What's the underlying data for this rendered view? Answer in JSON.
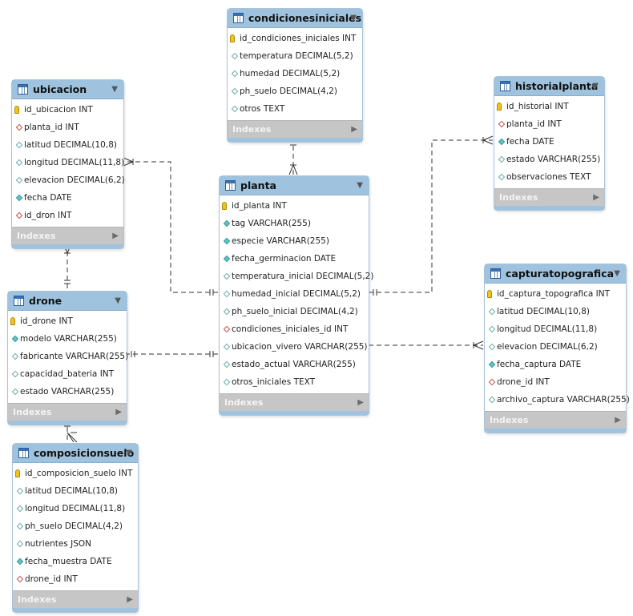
{
  "colors": {
    "header": "#9fc3de",
    "footer": "#c6c6c6",
    "primary_key": "#f3c21d",
    "foreign_key": "#c0504d",
    "not_null": "#5cc7c7"
  },
  "footer_label": "Indexes",
  "tables": [
    {
      "id": "condicionesiniciales",
      "name": "condicionesiniciales",
      "columns": [
        {
          "text": "id_condiciones_iniciales INT",
          "icon": "primary-key-icon"
        },
        {
          "text": "temperatura DECIMAL(5,2)",
          "icon": "nullable-column-icon"
        },
        {
          "text": "humedad DECIMAL(5,2)",
          "icon": "nullable-column-icon"
        },
        {
          "text": "ph_suelo DECIMAL(4,2)",
          "icon": "nullable-column-icon"
        },
        {
          "text": "otros TEXT",
          "icon": "nullable-column-icon"
        }
      ]
    },
    {
      "id": "ubicacion",
      "name": "ubicacion",
      "columns": [
        {
          "text": "id_ubicacion INT",
          "icon": "primary-key-icon"
        },
        {
          "text": "planta_id INT",
          "icon": "foreign-key-icon"
        },
        {
          "text": "latitud DECIMAL(10,8)",
          "icon": "nullable-column-icon"
        },
        {
          "text": "longitud DECIMAL(11,8)",
          "icon": "nullable-column-icon"
        },
        {
          "text": "elevacion DECIMAL(6,2)",
          "icon": "nullable-column-icon"
        },
        {
          "text": "fecha DATE",
          "icon": "not-null-column-icon"
        },
        {
          "text": "id_dron INT",
          "icon": "foreign-key-icon"
        }
      ]
    },
    {
      "id": "historialplanta",
      "name": "historialplanta",
      "columns": [
        {
          "text": "id_historial INT",
          "icon": "primary-key-icon"
        },
        {
          "text": "planta_id INT",
          "icon": "foreign-key-icon"
        },
        {
          "text": "fecha DATE",
          "icon": "not-null-column-icon"
        },
        {
          "text": "estado VARCHAR(255)",
          "icon": "nullable-column-icon"
        },
        {
          "text": "observaciones TEXT",
          "icon": "nullable-column-icon"
        }
      ]
    },
    {
      "id": "planta",
      "name": "planta",
      "columns": [
        {
          "text": "id_planta INT",
          "icon": "primary-key-icon"
        },
        {
          "text": "tag VARCHAR(255)",
          "icon": "not-null-column-icon"
        },
        {
          "text": "especie VARCHAR(255)",
          "icon": "not-null-column-icon"
        },
        {
          "text": "fecha_germinacion DATE",
          "icon": "not-null-column-icon"
        },
        {
          "text": "temperatura_inicial DECIMAL(5,2)",
          "icon": "nullable-column-icon"
        },
        {
          "text": "humedad_inicial DECIMAL(5,2)",
          "icon": "nullable-column-icon"
        },
        {
          "text": "ph_suelo_inicial DECIMAL(4,2)",
          "icon": "nullable-column-icon"
        },
        {
          "text": "condiciones_iniciales_id INT",
          "icon": "foreign-key-icon"
        },
        {
          "text": "ubicacion_vivero VARCHAR(255)",
          "icon": "nullable-column-icon"
        },
        {
          "text": "estado_actual VARCHAR(255)",
          "icon": "nullable-column-icon"
        },
        {
          "text": "otros_iniciales TEXT",
          "icon": "nullable-column-icon"
        }
      ]
    },
    {
      "id": "drone",
      "name": "drone",
      "columns": [
        {
          "text": "id_drone INT",
          "icon": "primary-key-icon"
        },
        {
          "text": "modelo VARCHAR(255)",
          "icon": "not-null-column-icon"
        },
        {
          "text": "fabricante VARCHAR(255)",
          "icon": "nullable-column-icon"
        },
        {
          "text": "capacidad_bateria INT",
          "icon": "nullable-column-icon"
        },
        {
          "text": "estado VARCHAR(255)",
          "icon": "nullable-column-icon"
        }
      ]
    },
    {
      "id": "capturatopografica",
      "name": "capturatopografica",
      "columns": [
        {
          "text": "id_captura_topografica INT",
          "icon": "primary-key-icon"
        },
        {
          "text": "latitud DECIMAL(10,8)",
          "icon": "nullable-column-icon"
        },
        {
          "text": "longitud DECIMAL(11,8)",
          "icon": "nullable-column-icon"
        },
        {
          "text": "elevacion DECIMAL(6,2)",
          "icon": "nullable-column-icon"
        },
        {
          "text": "fecha_captura DATE",
          "icon": "not-null-column-icon"
        },
        {
          "text": "drone_id INT",
          "icon": "foreign-key-icon"
        },
        {
          "text": "archivo_captura VARCHAR(255)",
          "icon": "nullable-column-icon"
        }
      ]
    },
    {
      "id": "composicionsuelo",
      "name": "composicionsuelo",
      "columns": [
        {
          "text": "id_composicion_suelo INT",
          "icon": "primary-key-icon"
        },
        {
          "text": "latitud DECIMAL(10,8)",
          "icon": "nullable-column-icon"
        },
        {
          "text": "longitud DECIMAL(11,8)",
          "icon": "nullable-column-icon"
        },
        {
          "text": "ph_suelo DECIMAL(4,2)",
          "icon": "nullable-column-icon"
        },
        {
          "text": "nutrientes JSON",
          "icon": "nullable-column-icon"
        },
        {
          "text": "fecha_muestra DATE",
          "icon": "not-null-column-icon"
        },
        {
          "text": "drone_id INT",
          "icon": "foreign-key-icon"
        }
      ]
    }
  ],
  "relationships": [
    {
      "from": "condicionesiniciales",
      "to": "planta",
      "type": "one-to-many"
    },
    {
      "from": "planta",
      "to": "ubicacion",
      "type": "one-to-many"
    },
    {
      "from": "planta",
      "to": "historialplanta",
      "type": "one-to-many"
    },
    {
      "from": "drone",
      "to": "ubicacion",
      "type": "one-to-many"
    },
    {
      "from": "planta",
      "to": "drone",
      "type": "one-to-one"
    },
    {
      "from": "planta",
      "to": "capturatopografica",
      "type": "one-to-many"
    },
    {
      "from": "drone",
      "to": "composicionsuelo",
      "type": "one-to-many"
    }
  ]
}
